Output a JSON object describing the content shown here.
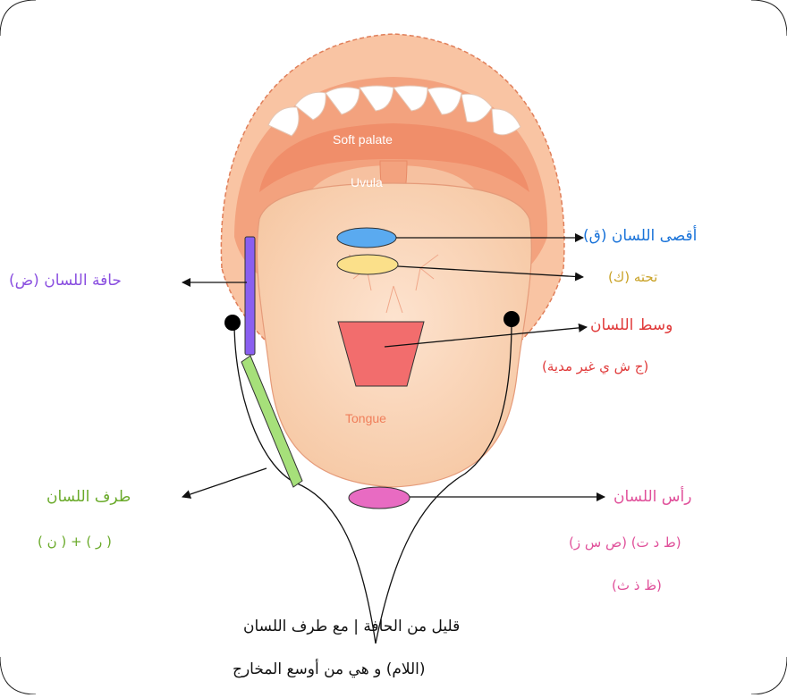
{
  "anatomy": {
    "soft_palate": "Soft palate",
    "uvula": "Uvula",
    "tongue": "Tongue"
  },
  "labels": {
    "back": "أقصى اللسان (ق)",
    "under_back": "تحته (ك)",
    "middle": "وسط اللسان",
    "middle_letters": "(ج ش ي غير مدية)",
    "edge": "حافة اللسان (ض)",
    "tip_side": "طرف اللسان",
    "tip_side_letters": "( ن ) + ( ر )",
    "head": "رأس اللسان",
    "head_letters_1": "(ط د ت) (ص س ز)",
    "head_letters_2": "(ظ ذ ث)",
    "lam_line1": "قليل من الحافة | مع طرف اللسان",
    "lam_line2": "(اللام) و هي من أوسع المخارج"
  },
  "colors": {
    "back": "#1a73d9",
    "under_back": "#c9a227",
    "middle": "#e03a3a",
    "edge": "#8a4fe0",
    "tip_side": "#6aaa2a",
    "head": "#e0509a",
    "text_dark": "#111111"
  }
}
